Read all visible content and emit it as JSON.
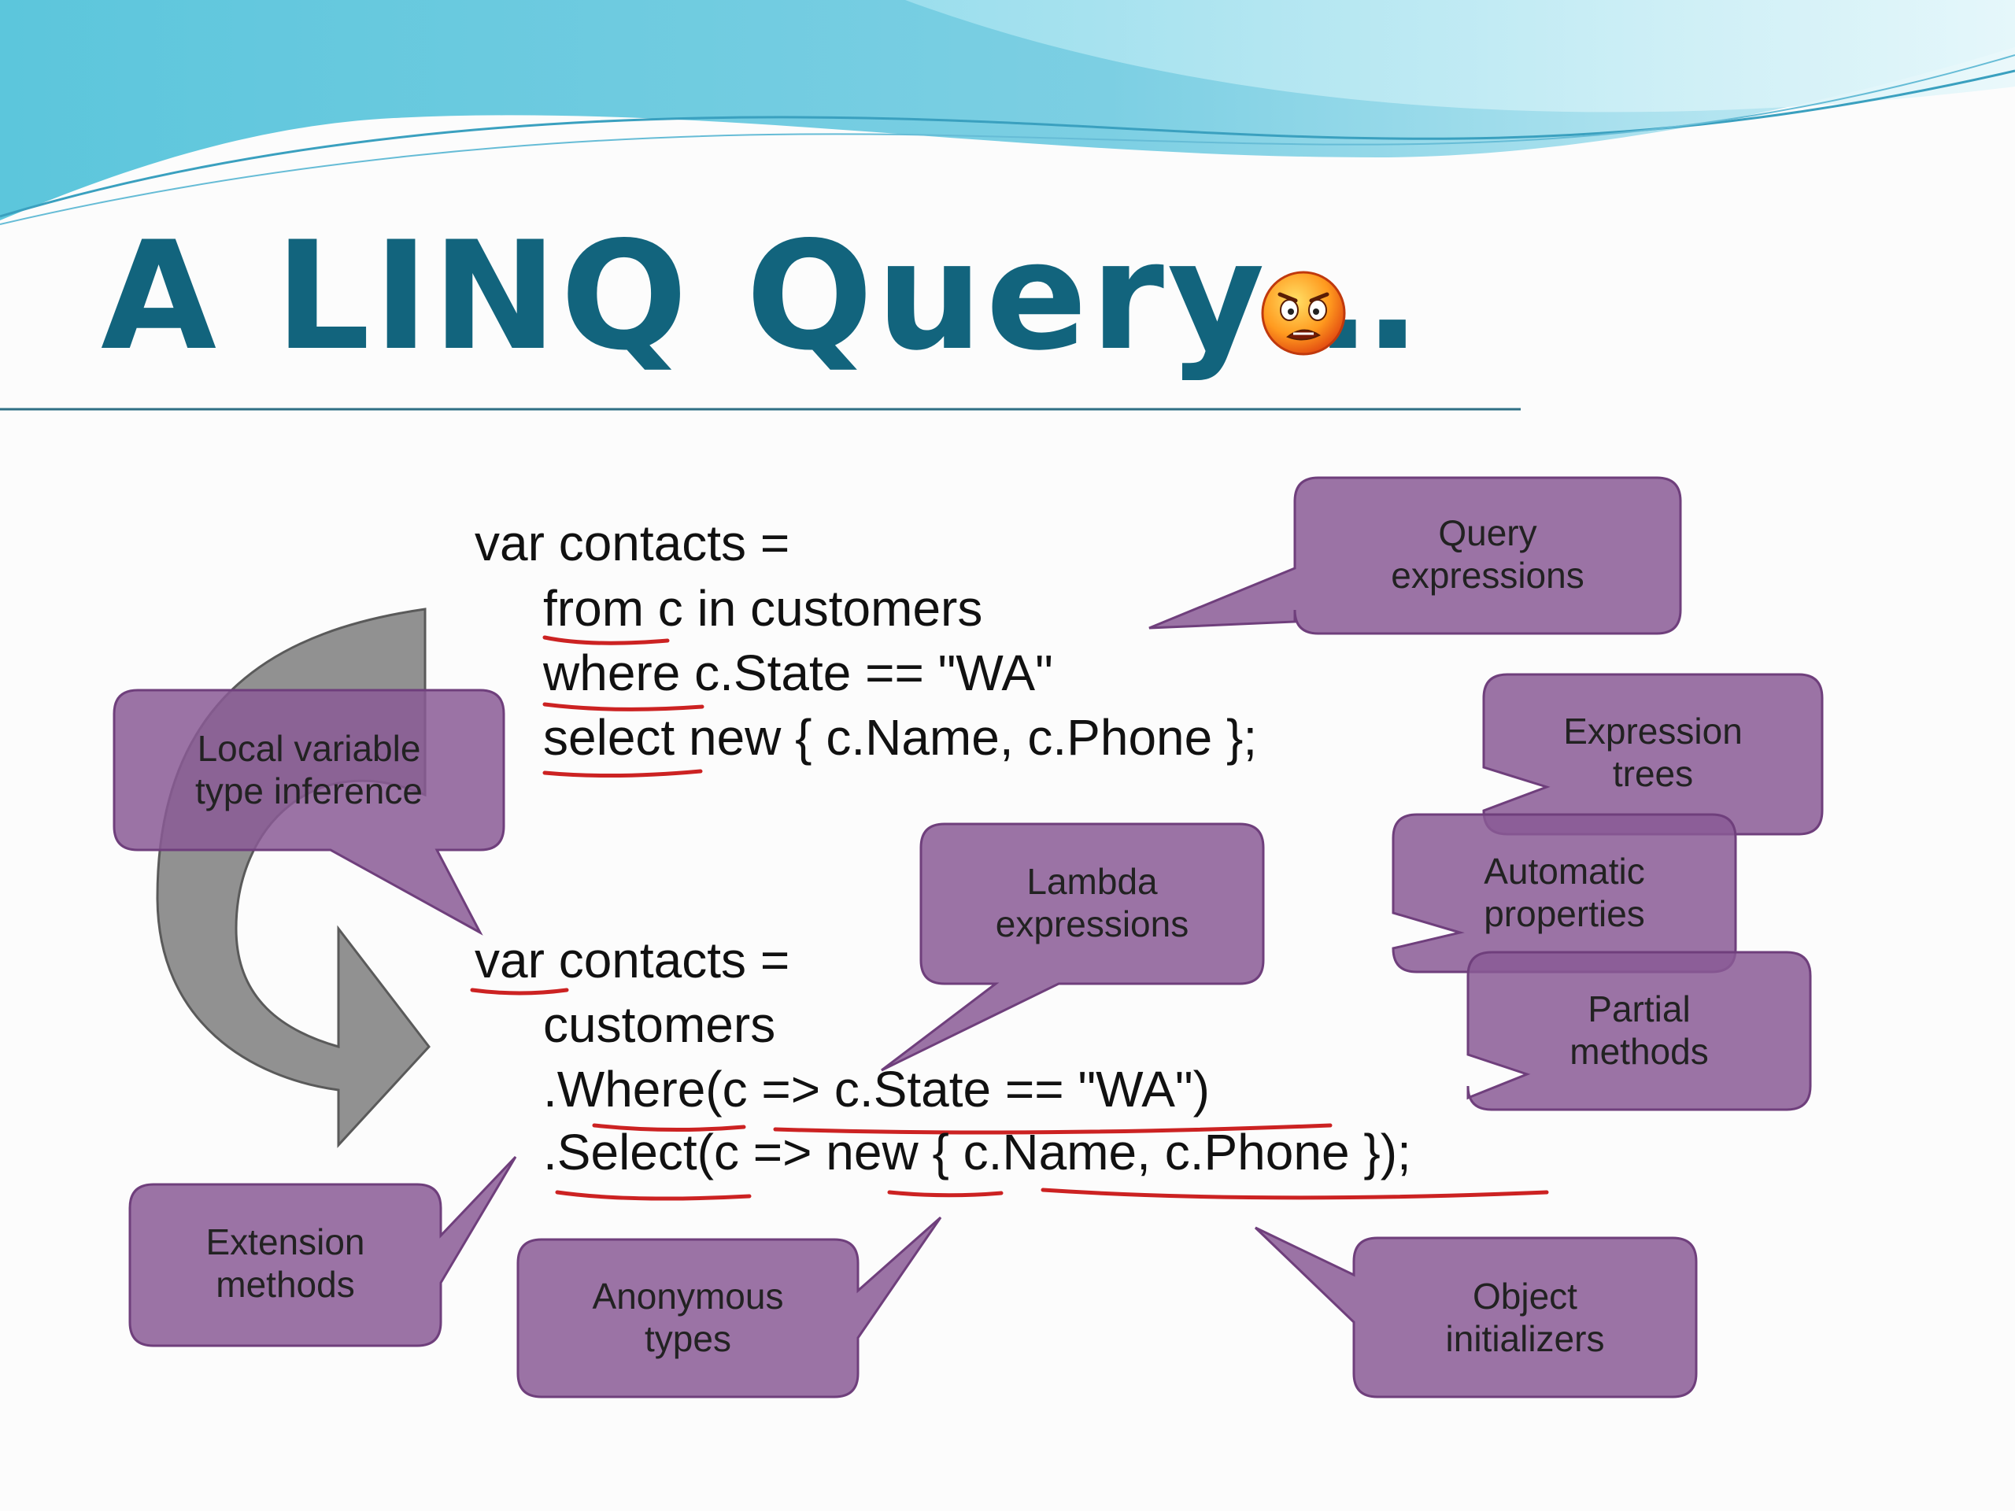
{
  "title": "A LINQ Query…",
  "accent_color": "#12647d",
  "callout_color": "#8a5a95",
  "underline_color": "#cc2222",
  "icon": "shocked-face-emoji-icon",
  "code": {
    "query_syntax": [
      "var contacts =",
      "from c in customers",
      "where c.State == \"WA\"",
      "select new { c.Name, c.Phone };"
    ],
    "method_syntax": [
      "var contacts =",
      "customers",
      ".Where(c => c.State == \"WA\")",
      ".Select(c => new { c.Name, c.Phone });"
    ]
  },
  "callouts": {
    "query_expressions": "Query\nexpressions",
    "local_variable_type_inference": "Local variable\ntype inference",
    "expression_trees": "Expression\ntrees",
    "automatic_properties": "Automatic\nproperties",
    "partial_methods": "Partial\nmethods",
    "lambda_expressions": "Lambda\nexpressions",
    "extension_methods": "Extension\nmethods",
    "anonymous_types": "Anonymous\ntypes",
    "object_initializers": "Object\ninitializers"
  }
}
